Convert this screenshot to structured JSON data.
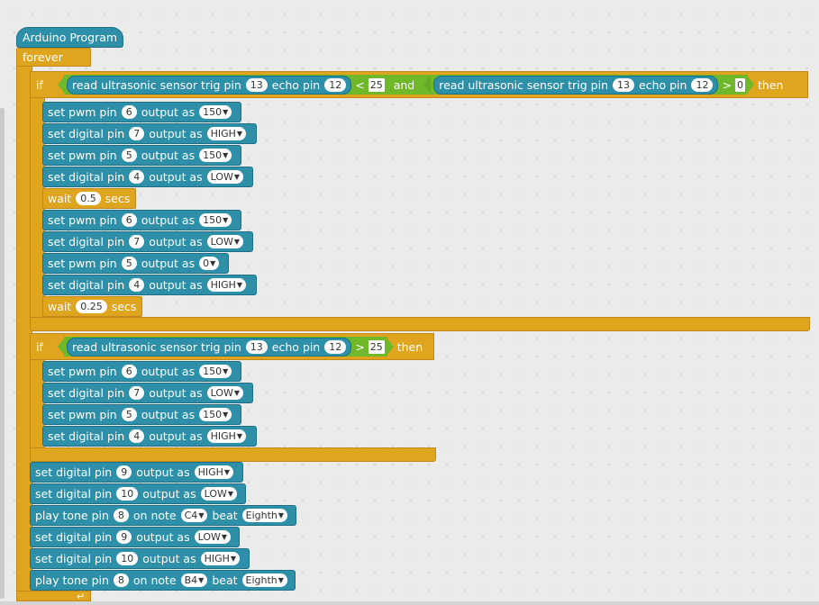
{
  "program": {
    "title": "Arduino Program",
    "forever_label": "forever",
    "loop_icon": "loop-arrow-icon"
  },
  "if1": {
    "if_label": "if",
    "then_label": "then",
    "and_label": "and",
    "cond_a": {
      "text": "read ultrasonic sensor trig pin",
      "trig": "13",
      "echo_label": "echo pin",
      "echo": "12",
      "op": "<",
      "value": "25"
    },
    "cond_b": {
      "text": "read ultrasonic sensor trig pin",
      "trig": "13",
      "echo_label": "echo pin",
      "echo": "12",
      "op": ">",
      "value": "0"
    },
    "body": [
      {
        "kind": "pwm",
        "pin": "6",
        "value": "150"
      },
      {
        "kind": "digital",
        "pin": "7",
        "value": "HIGH"
      },
      {
        "kind": "pwm",
        "pin": "5",
        "value": "150"
      },
      {
        "kind": "digital",
        "pin": "4",
        "value": "LOW"
      },
      {
        "kind": "wait",
        "value": "0.5"
      },
      {
        "kind": "pwm",
        "pin": "6",
        "value": "150"
      },
      {
        "kind": "digital",
        "pin": "7",
        "value": "LOW"
      },
      {
        "kind": "pwm",
        "pin": "5",
        "value": "0"
      },
      {
        "kind": "digital",
        "pin": "4",
        "value": "HIGH"
      },
      {
        "kind": "wait",
        "value": "0.25"
      }
    ]
  },
  "if2": {
    "if_label": "if",
    "then_label": "then",
    "cond": {
      "text": "read ultrasonic sensor trig pin",
      "trig": "13",
      "echo_label": "echo pin",
      "echo": "12",
      "op": ">",
      "value": "25"
    },
    "body": [
      {
        "kind": "pwm",
        "pin": "6",
        "value": "150"
      },
      {
        "kind": "digital",
        "pin": "7",
        "value": "LOW"
      },
      {
        "kind": "pwm",
        "pin": "5",
        "value": "150"
      },
      {
        "kind": "digital",
        "pin": "4",
        "value": "HIGH"
      }
    ]
  },
  "tail": [
    {
      "kind": "digital",
      "pin": "9",
      "value": "HIGH"
    },
    {
      "kind": "digital",
      "pin": "10",
      "value": "LOW"
    },
    {
      "kind": "tone",
      "pin": "8",
      "note": "C4",
      "beat": "Eighth"
    },
    {
      "kind": "digital",
      "pin": "9",
      "value": "LOW"
    },
    {
      "kind": "digital",
      "pin": "10",
      "value": "HIGH"
    },
    {
      "kind": "tone",
      "pin": "8",
      "note": "B4",
      "beat": "Eighth"
    }
  ],
  "labels": {
    "set_pwm": "set pwm pin",
    "set_digital": "set digital pin",
    "output_as": "output as",
    "wait": "wait",
    "secs": "secs",
    "play_tone": "play tone pin",
    "on_note": "on note",
    "beat": "beat"
  },
  "colors": {
    "block_blue": "#2e8fa8",
    "control_orange": "#e0a51f",
    "operator_green": "#6fb82a",
    "canvas_bg": "#ebebeb"
  }
}
